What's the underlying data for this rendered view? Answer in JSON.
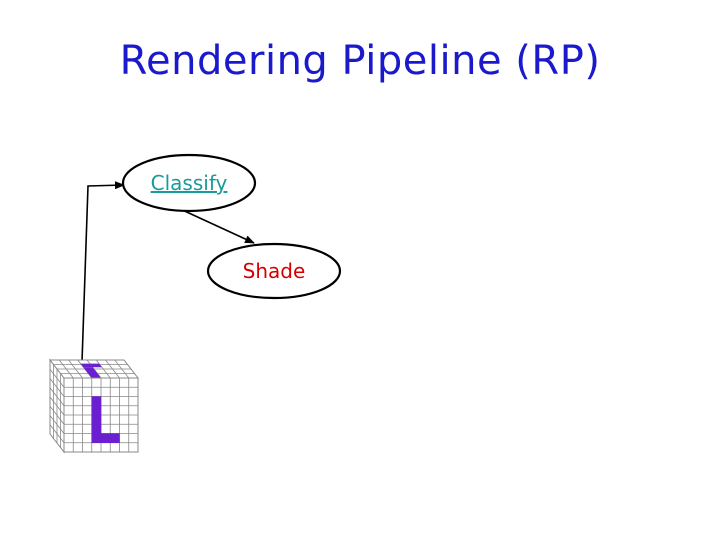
{
  "slide": {
    "title": "Rendering Pipeline (RP)"
  },
  "diagram": {
    "nodes": [
      {
        "id": "classify",
        "label": "Classify",
        "color": "#1a9a9a",
        "underlined": true
      },
      {
        "id": "shade",
        "label": "Shade",
        "color": "#d40000",
        "underlined": false
      }
    ],
    "edges": [
      {
        "from": "volume-cube",
        "to": "classify"
      },
      {
        "from": "classify",
        "to": "shade"
      }
    ],
    "volume": {
      "letter": "L",
      "letter_color": "#6a1fd0",
      "grid_color": "#888888"
    }
  }
}
